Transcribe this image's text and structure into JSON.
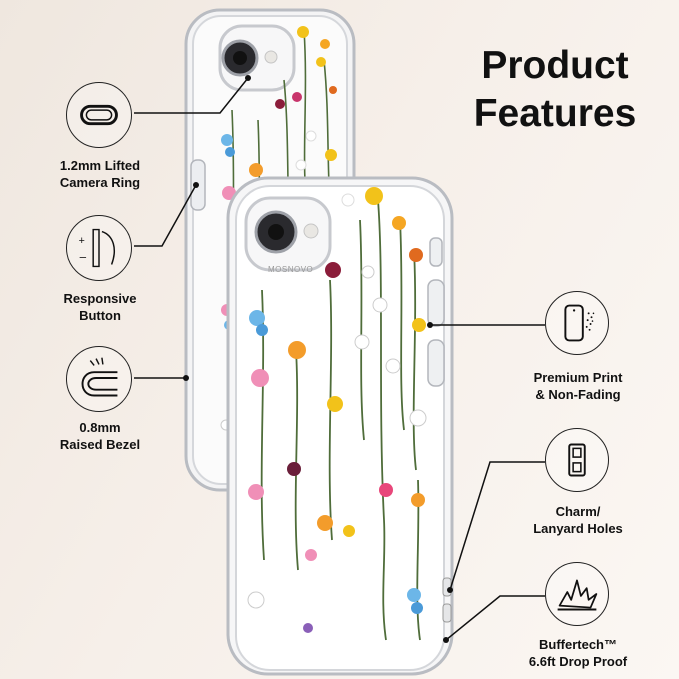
{
  "headline": {
    "line1": "Product",
    "line2": "Features"
  },
  "brand_text": "MOSNOVO",
  "features": [
    {
      "line1": "1.2mm Lifted",
      "line2": "Camera Ring",
      "icon": "camera-ring-icon"
    },
    {
      "line1": "Responsive",
      "line2": "Button",
      "icon": "button-icon"
    },
    {
      "line1": "0.8mm",
      "line2": "Raised Bezel",
      "icon": "bezel-icon"
    },
    {
      "line1": "Premium Print",
      "line2": "& Non-Fading",
      "icon": "print-icon"
    },
    {
      "line1": "Charm/",
      "line2": "Lanyard Holes",
      "icon": "lanyard-holes-icon"
    },
    {
      "line1": "Buffertech™",
      "line2": "6.6ft Drop Proof",
      "icon": "drop-proof-icon"
    }
  ]
}
